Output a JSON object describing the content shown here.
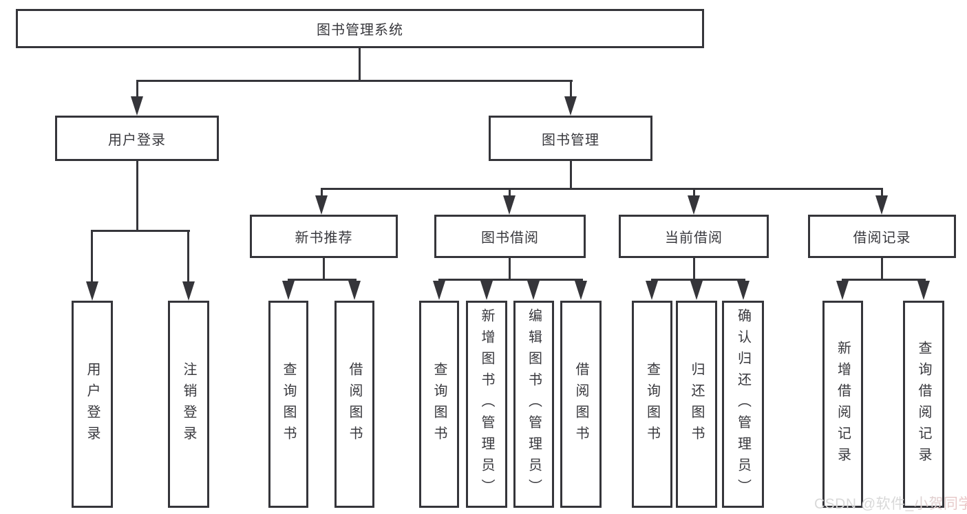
{
  "tree": {
    "root": "图书管理系统",
    "branches": [
      {
        "label": "用户登录",
        "children": [
          "用户登录",
          "注销登录"
        ]
      },
      {
        "label": "图书管理",
        "children": [
          {
            "label": "新书推荐",
            "children": [
              "查询图书",
              "借阅图书"
            ]
          },
          {
            "label": "图书借阅",
            "children": [
              "查询图书",
              "新增图书（管理员）",
              "编辑图书（管理员）",
              "借阅图书"
            ]
          },
          {
            "label": "当前借阅",
            "children": [
              "查询图书",
              "归还图书",
              "确认归还（管理员）"
            ]
          },
          {
            "label": "借阅记录",
            "children": [
              "新增借阅记录",
              "查询借阅记录"
            ]
          }
        ]
      }
    ]
  },
  "watermark": {
    "text": "CSDN @软件_小贺同学"
  },
  "colors": {
    "line": "#35353a",
    "box_border": "#35353a",
    "text": "#38383d",
    "background": "#ffffff",
    "watermark_gray": "#d8d8d8",
    "watermark_pink": "#ecc4c4"
  }
}
